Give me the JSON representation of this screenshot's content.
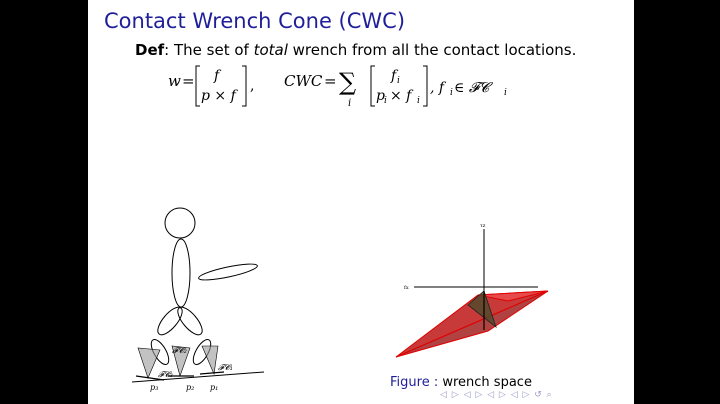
{
  "slide": {
    "title": "Contact Wrench Cone (CWC)",
    "def_label": "Def",
    "def_text_pre": ": The set of ",
    "def_text_em": "total",
    "def_text_post": " wrench from all the contact locations."
  },
  "equation": {
    "w": "w",
    "f": "f",
    "pxf": "p × f",
    "cwc": "CWC",
    "sum_index": "i",
    "fi": "f",
    "fi_sub": "i",
    "pixfi_p": "p",
    "pixfi_x": "× f",
    "tail": ", f",
    "tail_in": " ∈ 𝓕𝓒"
  },
  "stick_figure": {
    "labels": {
      "fc1": "𝓕𝓒₁",
      "fc2": "𝓕𝓒₂",
      "fc3": "𝓕𝓒₃",
      "p1": "p₁",
      "p2": "p₂",
      "p3": "p₃"
    }
  },
  "figure": {
    "label": "Figure :",
    "caption": "wrench space",
    "axis_label_top": "τz",
    "axis_label_left": "fx"
  },
  "colors": {
    "title": "#1f1f9a",
    "cone_fill": "#c83a3a",
    "cone_edge": "#e00000"
  },
  "nav_icons": "◁ ▷ ◁ ▷ ◁ ▷ ◁ ▷ ↺ ⌕"
}
